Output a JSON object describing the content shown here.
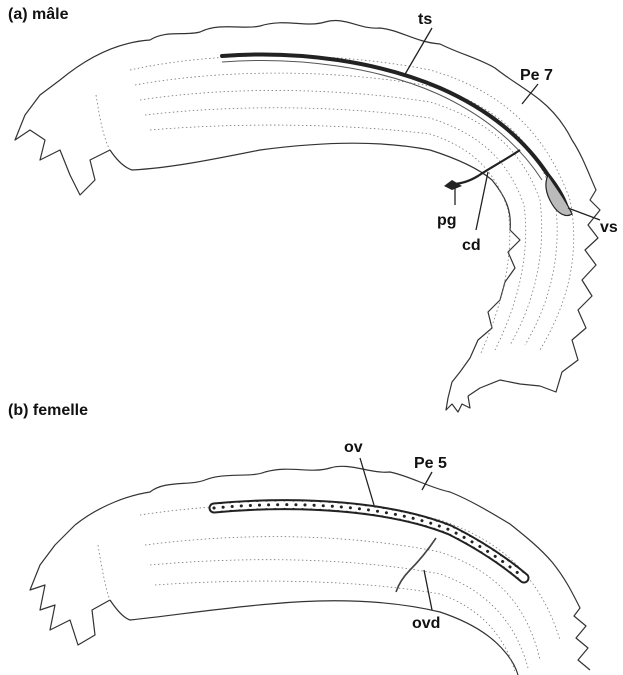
{
  "panels": [
    {
      "title": "(a) mâle",
      "labels": {
        "ts": "ts",
        "pe": "Pe 7",
        "pg": "pg",
        "cd": "cd",
        "vs": "vs"
      }
    },
    {
      "title": "(b) femelle",
      "labels": {
        "ov": "ov",
        "pe": "Pe 5",
        "ovd": "ovd"
      }
    }
  ],
  "colors": {
    "outline": "#333333",
    "organ": "#222222",
    "background": "#ffffff"
  }
}
